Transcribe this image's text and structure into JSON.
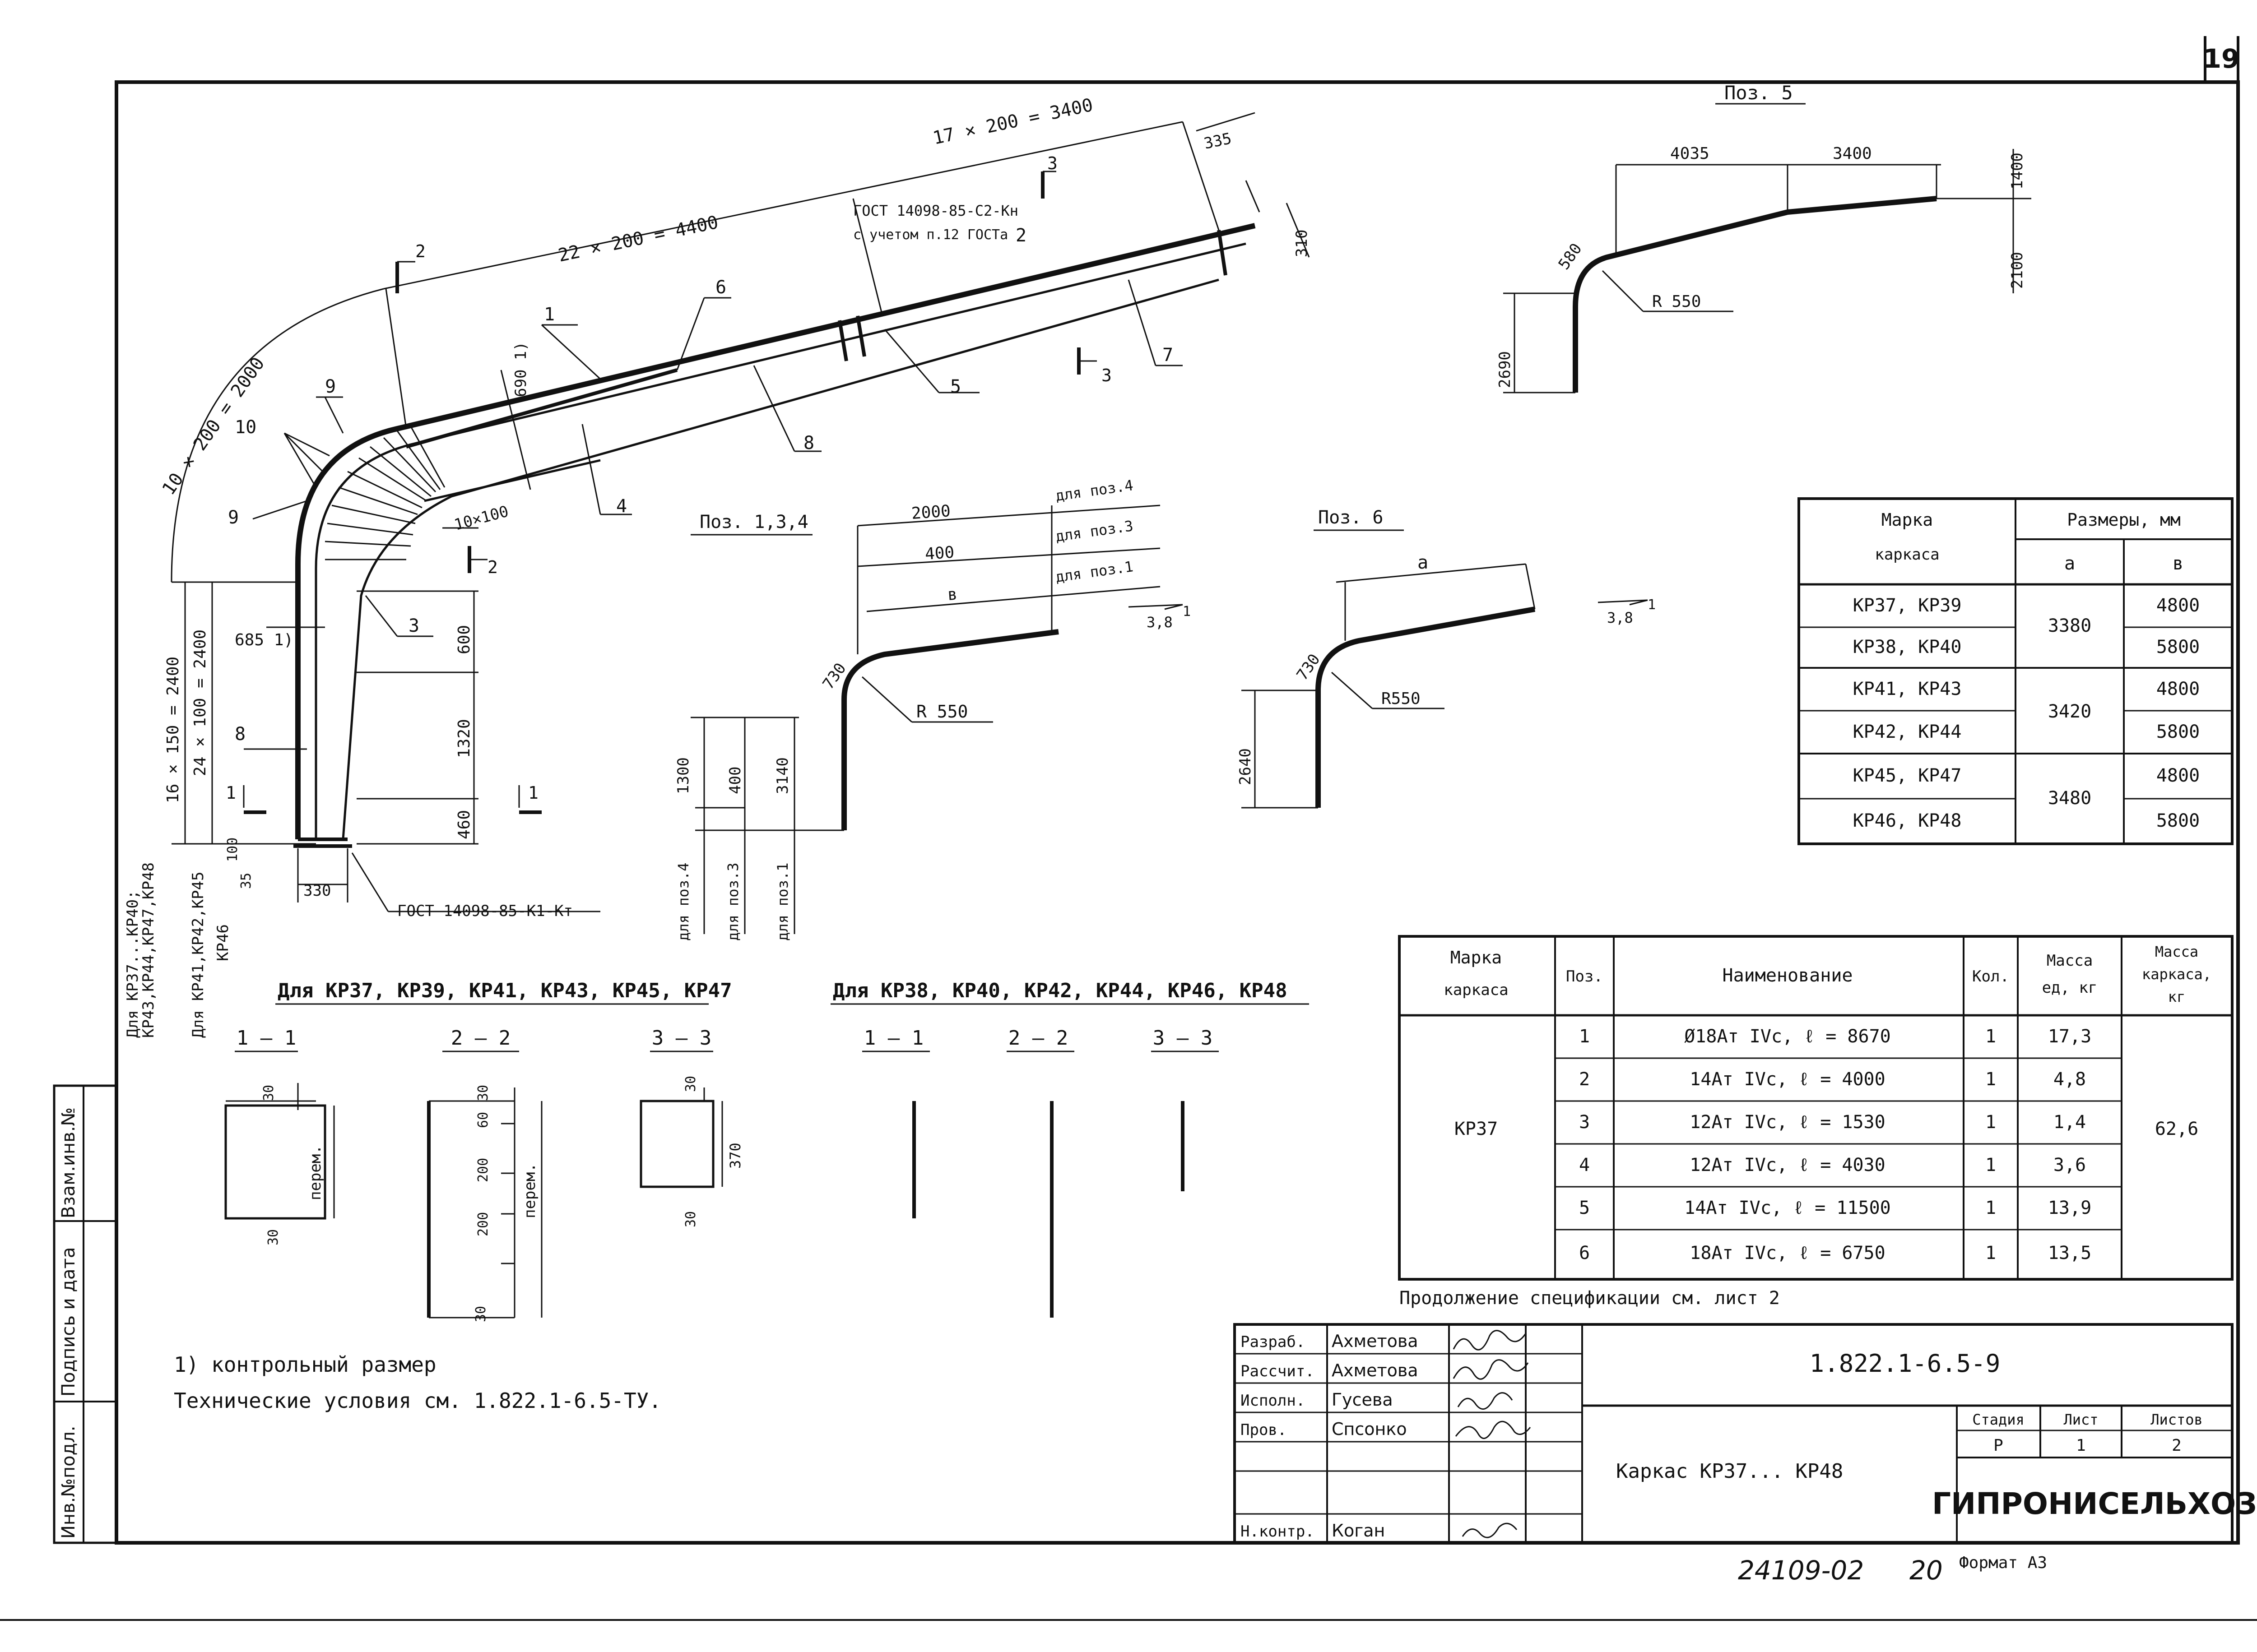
{
  "sheet_number": "19",
  "main_drawing": {
    "dim_top_right": "17 × 200 = 3400",
    "dim_335": "335",
    "dim_310": "310",
    "dim_top_left": "22 × 200 = 4400",
    "dim_curve": "10 × 200 = 2000",
    "gost_note_1": "ГОСТ 14098-85-С2-Кн",
    "gost_note_2": "с учетом п.12 ГОСТа",
    "gost_bottom": "ГОСТ 14098-85-К1-Кт",
    "dim_690": "690 1)",
    "dim_10x100": "10×100",
    "dim_685": "685 1)",
    "dim_600": "600",
    "dim_1320": "1320",
    "dim_460": "460",
    "dim_16x150": "16 × 150 = 2400",
    "dim_24x100": "24 × 100 = 2400",
    "dim_100": "100",
    "dim_35": "35",
    "dim_330": "330",
    "side_label_a": "Для КР37...КР40;",
    "side_label_b": "КР43,КР44,КР47,КР48",
    "side_label_c": "Для КР41,КР42,КР45",
    "side_label_d": "КР46",
    "callouts": [
      "1",
      "2",
      "3",
      "4",
      "5",
      "6",
      "7",
      "8",
      "9",
      "9",
      "10",
      "2"
    ],
    "section_marks": [
      "2",
      "2",
      "3",
      "3",
      "1",
      "1"
    ]
  },
  "poz5": {
    "title": "Поз. 5",
    "dim_4035": "4035",
    "dim_3400": "3400",
    "dim_1400": "1400",
    "dim_2100": "2100",
    "dim_580": "580",
    "radius": "R 550",
    "dim_2690": "2690"
  },
  "poz134": {
    "title": "Поз. 1,3,4",
    "dim_2000": "2000",
    "dim_400": "400",
    "dim_b": "в",
    "note_a": "для поз.4",
    "note_b": "для поз.3",
    "note_c": "для поз.1",
    "slope": "3,8",
    "slope_one": "1",
    "dim_730": "730",
    "radius": "R 550",
    "dim_1300": "1300",
    "dim_400v": "400",
    "dim_3140": "3140",
    "lab_4": "для поз.4",
    "lab_3": "для поз.3",
    "lab_1": "для поз.1"
  },
  "poz6": {
    "title": "Поз. 6",
    "dim_a": "а",
    "slope": "3,8",
    "slope_one": "1",
    "dim_730": "730",
    "radius": "R550",
    "dim_2640": "2640"
  },
  "sizes_table": {
    "header_mark": "Марка",
    "header_mark2": "каркаса",
    "header_sizes": "Размеры, мм",
    "col_a": "а",
    "col_b": "в",
    "rows": [
      {
        "mark": "КР37, КР39",
        "a": "3380",
        "b": "4800"
      },
      {
        "mark": "КР38, КР40",
        "a": "",
        "b": "5800"
      },
      {
        "mark": "КР41, КР43",
        "a": "3420",
        "b": "4800"
      },
      {
        "mark": "КР42, КР44",
        "a": "",
        "b": "5800"
      },
      {
        "mark": "КР45, КР47",
        "a": "3480",
        "b": "4800"
      },
      {
        "mark": "КР46, КР48",
        "a": "",
        "b": "5800"
      }
    ]
  },
  "spec_table": {
    "h_mark": "Марка",
    "h_mark2": "каркаса",
    "h_pos": "Поз.",
    "h_name": "Наименование",
    "h_qty": "Кол.",
    "h_mass": "Масса",
    "h_mass2": "ед, кг",
    "h_fmass": "Масса",
    "h_fmass2": "каркаса,",
    "h_fmass3": "кг",
    "mark": "КР37",
    "frame_mass": "62,6",
    "rows": [
      {
        "pos": "1",
        "name": "Ø18Ат IVс, ℓ = 8670",
        "qty": "1",
        "mass": "17,3"
      },
      {
        "pos": "2",
        "name": "14Ат IVс, ℓ = 4000",
        "qty": "1",
        "mass": "4,8"
      },
      {
        "pos": "3",
        "name": "12Ат IVс, ℓ = 1530",
        "qty": "1",
        "mass": "1,4"
      },
      {
        "pos": "4",
        "name": "12Ат IVс, ℓ = 4030",
        "qty": "1",
        "mass": "3,6"
      },
      {
        "pos": "5",
        "name": "14Ат IVс, ℓ = 11500",
        "qty": "1",
        "mass": "13,9"
      },
      {
        "pos": "6",
        "name": "18Ат IVс, ℓ = 6750",
        "qty": "1",
        "mass": "13,5"
      }
    ],
    "continuation": "Продолжение спецификации см. лист 2"
  },
  "sections_left": {
    "title": "Для КР37, КР39, КР41, КР43, КР45, КР47",
    "s11": "1 – 1",
    "s22": "2 – 2",
    "s33": "3 – 3",
    "d30a": "30",
    "d30b": "30",
    "perem": "перем.",
    "d30c": "30",
    "d60": "60",
    "d200a": "200",
    "d200b": "200",
    "perem2": "перем.",
    "d30d": "30",
    "d30e": "30",
    "d370": "370",
    "d30f": "30"
  },
  "sections_right": {
    "title": "Для КР38, КР40, КР42, КР44, КР46, КР48",
    "s11": "1 – 1",
    "s22": "2 – 2",
    "s33": "3 – 3"
  },
  "notes": {
    "n1": "1) контрольный размер",
    "n2": "Технические условия см. 1.822.1-6.5-ТУ."
  },
  "side_stamp": {
    "c1": "Взам.инв.№",
    "c2": "Подпись и дата",
    "c3": "Инв.№подл."
  },
  "title_block": {
    "roles": [
      {
        "role": "Разраб.",
        "name": "Ахметова"
      },
      {
        "role": "Рассчит.",
        "name": "Ахметова"
      },
      {
        "role": "Исполн.",
        "name": "Гусева"
      },
      {
        "role": "Пров.",
        "name": "Спсонко"
      },
      {
        "role": "",
        "name": ""
      },
      {
        "role": "",
        "name": ""
      },
      {
        "role": "Н.контр.",
        "name": "Коган"
      }
    ],
    "doc_code": "1.822.1-6.5-9",
    "doc_title": "Каркас КР37... КР48",
    "stage_h": "Стадия",
    "sheet_h": "Лист",
    "sheets_h": "Листов",
    "stage": "Р",
    "sheet": "1",
    "sheets": "2",
    "org": "ГИПРОНИСЕЛЬХОЗ"
  },
  "footer": {
    "inv": "24109-02",
    "num": "20",
    "format": "Формат А3"
  }
}
